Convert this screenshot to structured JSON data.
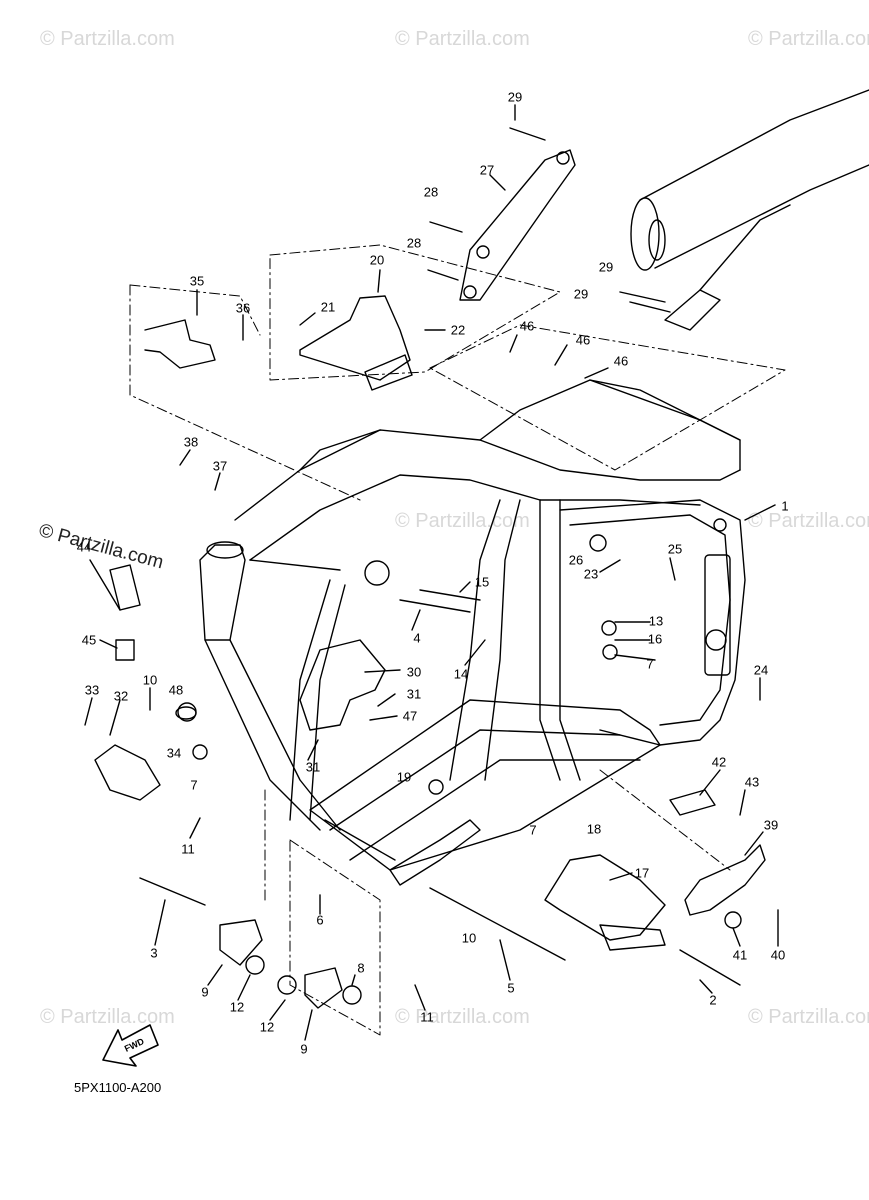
{
  "watermark": {
    "text": "© Partzilla.com"
  },
  "diagram_code": "5PX1100-A200",
  "fwd_label": "FWD",
  "callouts": [
    {
      "id": "c29a",
      "label": "29"
    },
    {
      "id": "c27",
      "label": "27"
    },
    {
      "id": "c28a",
      "label": "28"
    },
    {
      "id": "c28b",
      "label": "28"
    },
    {
      "id": "c20",
      "label": "20"
    },
    {
      "id": "c21",
      "label": "21"
    },
    {
      "id": "c22",
      "label": "22"
    },
    {
      "id": "c35",
      "label": "35"
    },
    {
      "id": "c36",
      "label": "36"
    },
    {
      "id": "c29b",
      "label": "29"
    },
    {
      "id": "c29c",
      "label": "29"
    },
    {
      "id": "c46a",
      "label": "46"
    },
    {
      "id": "c46b",
      "label": "46"
    },
    {
      "id": "c46c",
      "label": "46"
    },
    {
      "id": "c38",
      "label": "38"
    },
    {
      "id": "c37",
      "label": "37"
    },
    {
      "id": "c1",
      "label": "1"
    },
    {
      "id": "c44",
      "label": "44"
    },
    {
      "id": "c26",
      "label": "26"
    },
    {
      "id": "c25",
      "label": "25"
    },
    {
      "id": "c23",
      "label": "23"
    },
    {
      "id": "c15",
      "label": "15"
    },
    {
      "id": "c4",
      "label": "4"
    },
    {
      "id": "c13",
      "label": "13"
    },
    {
      "id": "c16",
      "label": "16"
    },
    {
      "id": "c45",
      "label": "45"
    },
    {
      "id": "c14",
      "label": "14"
    },
    {
      "id": "c7a",
      "label": "7"
    },
    {
      "id": "c30",
      "label": "30"
    },
    {
      "id": "c24",
      "label": "24"
    },
    {
      "id": "c33",
      "label": "33"
    },
    {
      "id": "c10a",
      "label": "10"
    },
    {
      "id": "c48",
      "label": "48"
    },
    {
      "id": "c32",
      "label": "32"
    },
    {
      "id": "c31a",
      "label": "31"
    },
    {
      "id": "c47",
      "label": "47"
    },
    {
      "id": "c34",
      "label": "34"
    },
    {
      "id": "c31b",
      "label": "31"
    },
    {
      "id": "c7b",
      "label": "7"
    },
    {
      "id": "c19",
      "label": "19"
    },
    {
      "id": "c42",
      "label": "42"
    },
    {
      "id": "c43",
      "label": "43"
    },
    {
      "id": "c11a",
      "label": "11"
    },
    {
      "id": "c7c",
      "label": "7"
    },
    {
      "id": "c18",
      "label": "18"
    },
    {
      "id": "c39",
      "label": "39"
    },
    {
      "id": "c17",
      "label": "17"
    },
    {
      "id": "c6",
      "label": "6"
    },
    {
      "id": "c3",
      "label": "3"
    },
    {
      "id": "c10b",
      "label": "10"
    },
    {
      "id": "c41",
      "label": "41"
    },
    {
      "id": "c40",
      "label": "40"
    },
    {
      "id": "c5",
      "label": "5"
    },
    {
      "id": "c8",
      "label": "8"
    },
    {
      "id": "c9a",
      "label": "9"
    },
    {
      "id": "c12a",
      "label": "12"
    },
    {
      "id": "c2",
      "label": "2"
    },
    {
      "id": "c11b",
      "label": "11"
    },
    {
      "id": "c12b",
      "label": "12"
    },
    {
      "id": "c9b",
      "label": "9"
    }
  ]
}
